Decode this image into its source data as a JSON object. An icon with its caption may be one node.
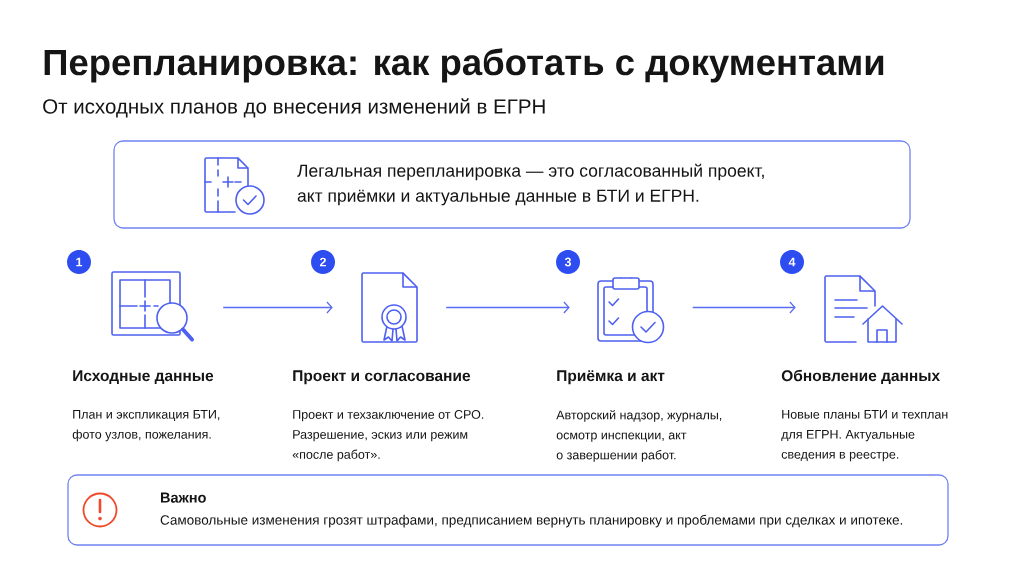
{
  "diagram": {
    "title": "Перепланировка: как работать с документами",
    "nodes": [
      {
        "text": [
          "Легальная перепланировка — это согласованный проект, акт приёмки и актуальные данные в БТИ и ЕГРН."
        ]
      },
      {
        "text": [
          "1"
        ]
      },
      {
        "text": [],
        "shape": "picture",
        "beside": [
          "Исходные данные"
        ]
      },
      {
        "text": [
          "2"
        ]
      },
      {
        "text": [],
        "shape": "picture",
        "beside": [
          "Проект и согласование"
        ]
      },
      {
        "text": [
          "3"
        ]
      },
      {
        "text": [],
        "shape": "picture",
        "beside": [
          "Приёмка и акт"
        ]
      },
      {
        "text": [
          "4"
        ]
      },
      {
        "text": [],
        "shape": "picture",
        "beside": [
          "Обновление данных"
        ]
      },
      {
        "text": [
          "Важно",
          "Самовольные изменения грозят штрафами, предписанием вернуть планировку и проблемами при сделках и ипотеке."
        ]
      }
    ],
    "edges": [
      {
        "from": 2,
        "to": 4,
        "arrow": "to"
      },
      {
        "from": 4,
        "to": 6,
        "arrow": "to"
      },
      {
        "from": 6,
        "to": 8,
        "arrow": "to"
      }
    ],
    "labels": [
      "От исходных планов до внесения изменений в ЕГРН",
      "План и экспликация БТИ, фото узлов, пожелания.",
      "Проект и техзаключение от СРО. Разрешение, эскиз или режим «после работ».",
      "Авторский надзор, журналы, осмотр инспекции, акт о завершении работ.",
      "Новые планы БТИ и техплан для ЕГРН. Актуальные сведения в реестре."
    ]
  }
}
